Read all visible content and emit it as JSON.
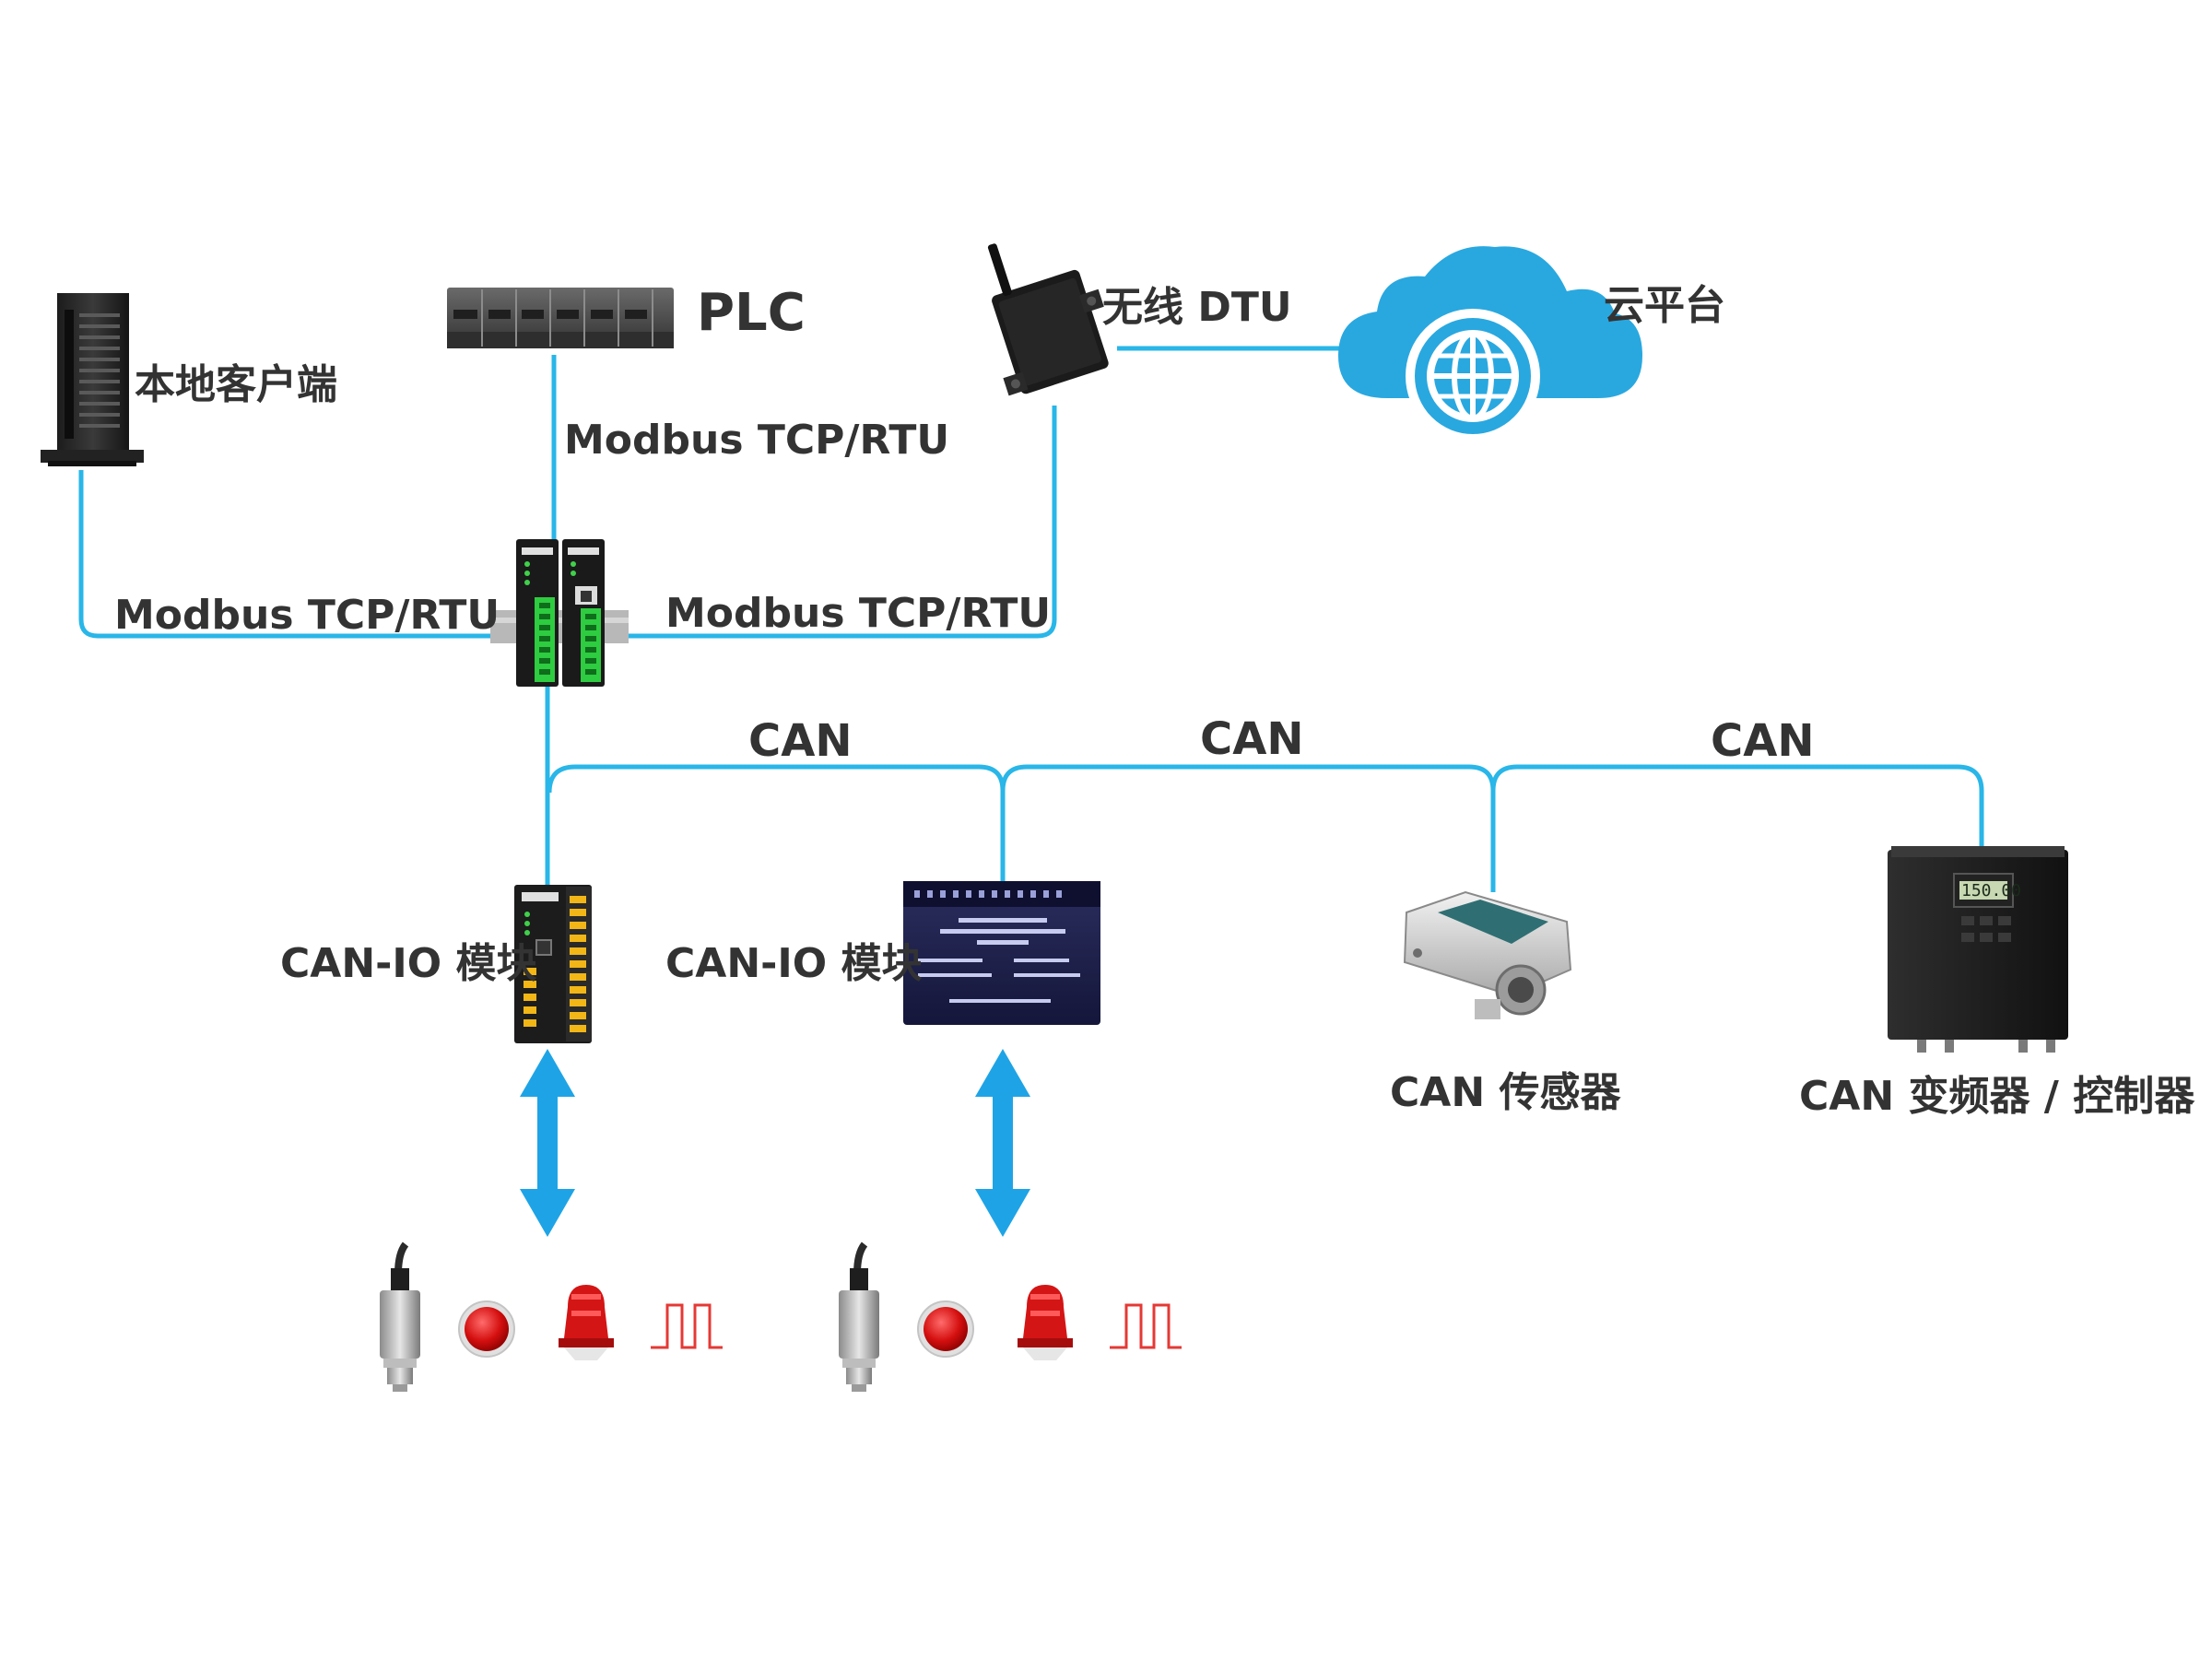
{
  "nodes": {
    "local_client": "本地客户端",
    "plc": "PLC",
    "dtu": "无线 DTU",
    "cloud": "云平台",
    "canio_1": "CAN-IO 模块",
    "canio_2": "CAN-IO 模块",
    "can_sensor": "CAN 传感器",
    "can_inverter": "CAN 变频器 / 控制器"
  },
  "links": {
    "plc_gateway": "Modbus TCP/RTU",
    "client_gateway": "Modbus TCP/RTU",
    "gateway_dtu": "Modbus TCP/RTU",
    "can_1": "CAN",
    "can_2": "CAN",
    "can_3": "CAN"
  },
  "device_text": {
    "inverter_display": "150.00"
  },
  "icons": [
    "tower-server-icon",
    "plc-rack-icon",
    "dtu-antenna-icon",
    "cloud-globe-icon",
    "gateway-module-icon",
    "can-io-module-icon",
    "distributed-io-box-icon",
    "inclinometer-sensor-icon",
    "inverter-icon",
    "pressure-transmitter-icon",
    "red-button-icon",
    "alarm-light-icon",
    "pulse-signal-icon",
    "bidirectional-arrow-icon"
  ],
  "colors": {
    "link_line": "#29b6e8",
    "arrow": "#1ea4e6",
    "cloud": "#29a8e0",
    "pulse": "#e53935",
    "text": "#333333"
  }
}
